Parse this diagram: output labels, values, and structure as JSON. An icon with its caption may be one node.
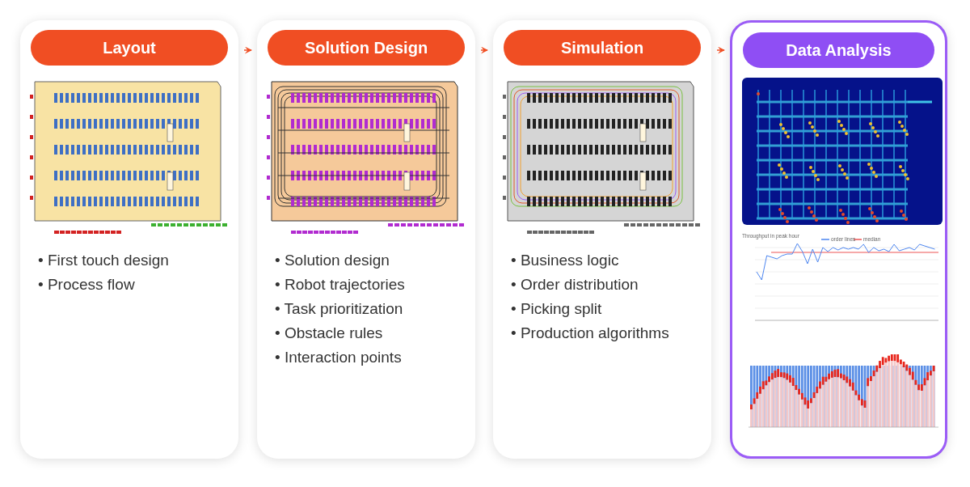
{
  "diagram": {
    "nodes": [
      {
        "text": [
          "• First touch design",
          "• Process flow"
        ]
      },
      {
        "text": [
          "Layout"
        ],
        "in": 0
      },
      {
        "text": [
          "• Solution design",
          "• Robot trajectories",
          "• Task prioritization",
          "• Obstacle rules",
          "• Interaction points"
        ]
      },
      {
        "text": [
          "Solution Design"
        ],
        "in": 2
      },
      {
        "text": [
          "• Business logic",
          "• Order distribution",
          "• Picking split",
          "• Production algorithms"
        ]
      },
      {
        "text": [
          "Simulation"
        ],
        "in": 4
      },
      {
        "text": [],
        "shape": "box"
      },
      {
        "text": [
          "Data Analysis"
        ],
        "in": 6
      }
    ],
    "edges": [
      {
        "from": 0,
        "to": 2,
        "arrow": "to"
      },
      {
        "from": 2,
        "to": 4,
        "arrow": "to"
      },
      {
        "from": 4,
        "to": 6,
        "arrow": "to"
      }
    ],
    "labels": [
      "Throughput in peak hour",
      "order lines",
      "median"
    ]
  }
}
